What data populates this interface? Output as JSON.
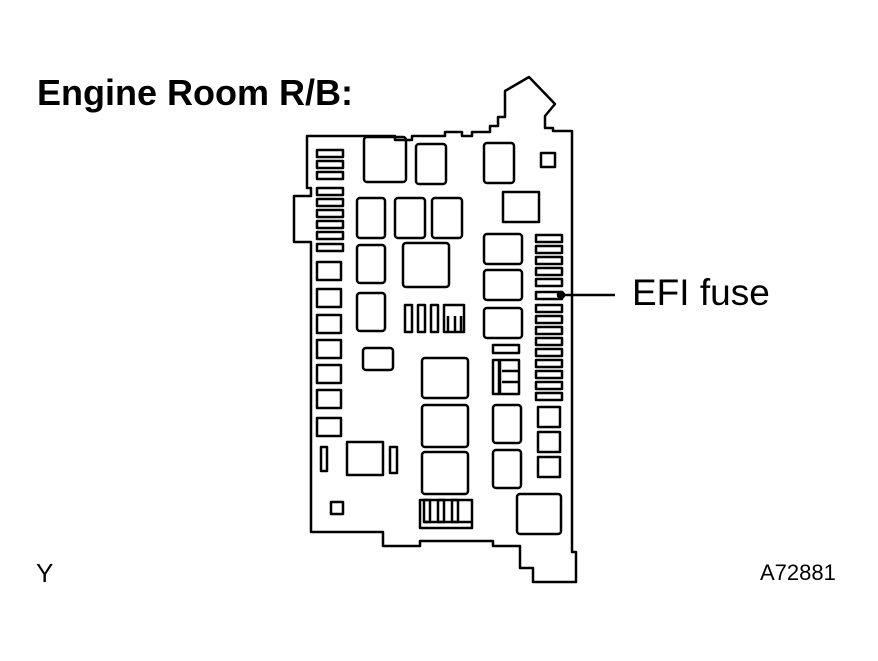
{
  "title": "Engine Room R/B:",
  "callout_label": "EFI fuse",
  "corner_left": "Y",
  "figure_code": "A72881"
}
